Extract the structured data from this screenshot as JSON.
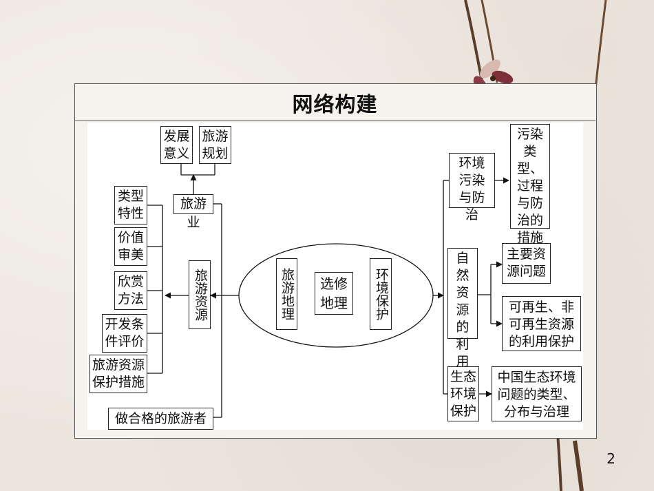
{
  "slide": {
    "title": "网络构建",
    "page_number": "2"
  },
  "diagram": {
    "center": {
      "left": "旅游地理",
      "middle": "选修地理",
      "right": "环境保护"
    },
    "tourism": {
      "resources": "旅游资源",
      "industry": "旅游业",
      "traveler": "做合格的旅游者",
      "industry_children": [
        "发展意义",
        "旅游规划"
      ],
      "resource_children": [
        "类型特性",
        "价值审美",
        "欣赏方法",
        "开发条件评价",
        "旅游资源保护措施"
      ]
    },
    "environment": {
      "pollution": "环境污染与防治",
      "pollution_detail": "污染类型、过程与防治的措施",
      "natural_resources": "自然资源的利用与保护",
      "nr_children": [
        "主要资源问题",
        "可再生、非可再生资源的利用保护"
      ],
      "ecology": "生态环境保护",
      "ecology_detail": "中国生态环境问题的类型、分布与治理"
    }
  }
}
